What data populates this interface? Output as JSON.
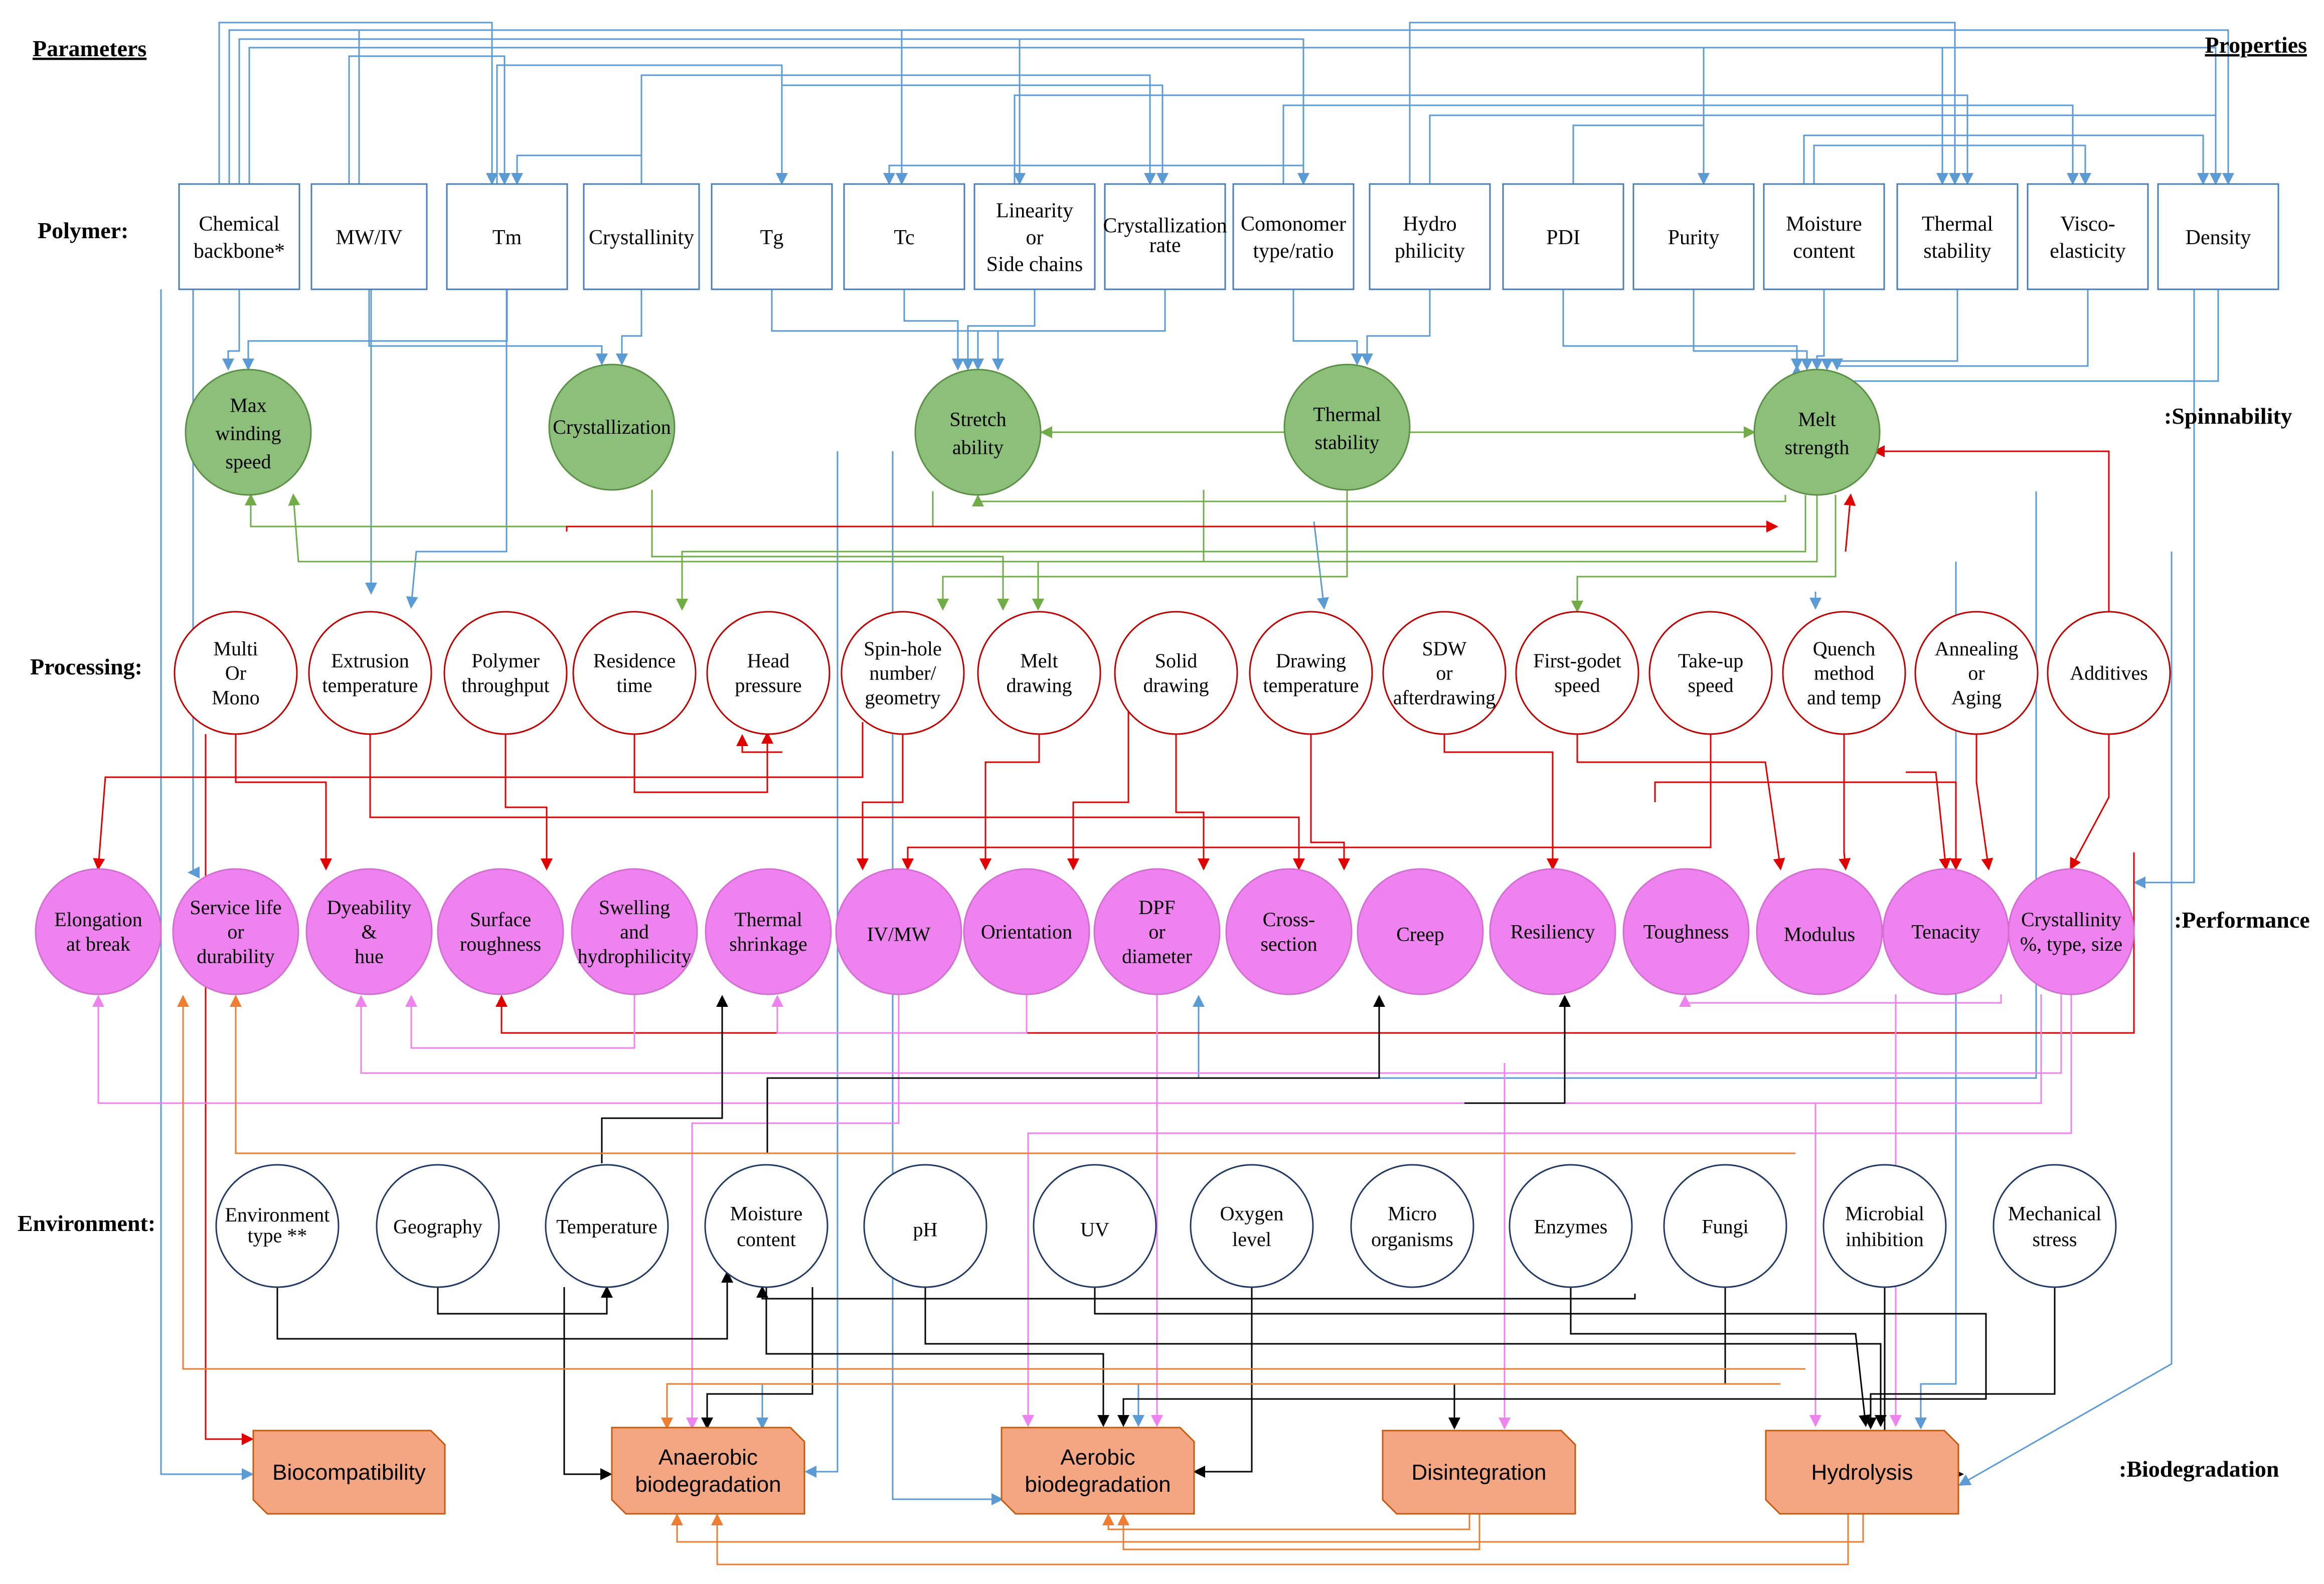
{
  "headers": {
    "parameters": "Parameters",
    "properties": "Properties",
    "polymer": "Polymer:",
    "processing": "Processing:",
    "environment": "Environment:",
    "spinnability": ":Spinnability",
    "performance": ":Performance",
    "biodegradation": ":Biodegradation"
  },
  "polymer": [
    {
      "lines": [
        "Chemical",
        "backbone*"
      ]
    },
    {
      "lines": [
        "MW/IV"
      ]
    },
    {
      "lines": [
        "Tm"
      ]
    },
    {
      "lines": [
        "Crystallinity"
      ]
    },
    {
      "lines": [
        "Tg"
      ]
    },
    {
      "lines": [
        "Tc"
      ]
    },
    {
      "lines": [
        "Linearity",
        "or",
        "Side chains"
      ]
    },
    {
      "lines": [
        "Crystallization",
        "rate"
      ],
      "small": true
    },
    {
      "lines": [
        "Comonomer",
        "type/ratio"
      ]
    },
    {
      "lines": [
        "Hydro",
        "philicity"
      ]
    },
    {
      "lines": [
        "PDI"
      ]
    },
    {
      "lines": [
        "Purity"
      ]
    },
    {
      "lines": [
        "Moisture",
        "content"
      ]
    },
    {
      "lines": [
        "Thermal",
        "stability"
      ]
    },
    {
      "lines": [
        "Visco-",
        "elasticity"
      ]
    },
    {
      "lines": [
        "Density"
      ]
    }
  ],
  "spinnability": [
    {
      "lines": [
        "Max",
        "winding",
        "speed"
      ]
    },
    {
      "lines": [
        "Crystallization"
      ]
    },
    {
      "lines": [
        "Stretch",
        "ability"
      ]
    },
    {
      "lines": [
        "Thermal",
        "stability"
      ]
    },
    {
      "lines": [
        "Melt",
        "strength"
      ]
    }
  ],
  "processing": [
    {
      "lines": [
        "Multi",
        "Or",
        "Mono"
      ]
    },
    {
      "lines": [
        "Extrusion",
        "temperature"
      ]
    },
    {
      "lines": [
        "Polymer",
        "throughput"
      ]
    },
    {
      "lines": [
        "Residence",
        "time"
      ]
    },
    {
      "lines": [
        "Head",
        "pressure"
      ]
    },
    {
      "lines": [
        "Spin-hole",
        "number/",
        "geometry"
      ]
    },
    {
      "lines": [
        "Melt",
        "drawing"
      ]
    },
    {
      "lines": [
        "Solid",
        "drawing"
      ]
    },
    {
      "lines": [
        "Drawing",
        "temperature"
      ]
    },
    {
      "lines": [
        "SDW",
        "or",
        "afterdrawing"
      ]
    },
    {
      "lines": [
        "First-godet",
        "speed"
      ]
    },
    {
      "lines": [
        "Take-up",
        "speed"
      ]
    },
    {
      "lines": [
        "Quench",
        "method",
        "and temp"
      ]
    },
    {
      "lines": [
        "Annealing",
        "or",
        "Aging"
      ]
    },
    {
      "lines": [
        "Additives"
      ]
    }
  ],
  "performance": [
    {
      "lines": [
        "Elongation",
        "at break"
      ]
    },
    {
      "lines": [
        "Service life",
        "or",
        "durability"
      ]
    },
    {
      "lines": [
        "Dyeability",
        "&",
        "hue"
      ]
    },
    {
      "lines": [
        "Surface",
        "roughness"
      ]
    },
    {
      "lines": [
        "Swelling",
        "and",
        "hydrophilicity"
      ]
    },
    {
      "lines": [
        "Thermal",
        "shrinkage"
      ]
    },
    {
      "lines": [
        "IV/MW"
      ],
      "big": true
    },
    {
      "lines": [
        "Orientation"
      ]
    },
    {
      "lines": [
        "DPF",
        "or",
        "diameter"
      ]
    },
    {
      "lines": [
        "Cross-",
        "section"
      ]
    },
    {
      "lines": [
        "Creep"
      ],
      "big": true
    },
    {
      "lines": [
        "Resiliency"
      ]
    },
    {
      "lines": [
        "Toughness"
      ]
    },
    {
      "lines": [
        "Modulus"
      ],
      "big": true
    },
    {
      "lines": [
        "Tenacity"
      ]
    },
    {
      "lines": [
        "Crystallinity",
        "%, type, size"
      ]
    }
  ],
  "environment": [
    {
      "lines": [
        "Environment",
        "type **"
      ],
      "small": true
    },
    {
      "lines": [
        "Geography"
      ]
    },
    {
      "lines": [
        "Temperature"
      ]
    },
    {
      "lines": [
        "Moisture",
        "content"
      ]
    },
    {
      "lines": [
        "pH"
      ],
      "big": true
    },
    {
      "lines": [
        "UV"
      ],
      "big": true
    },
    {
      "lines": [
        "Oxygen",
        "level"
      ]
    },
    {
      "lines": [
        "Micro",
        "organisms"
      ]
    },
    {
      "lines": [
        "Enzymes"
      ]
    },
    {
      "lines": [
        "Fungi"
      ]
    },
    {
      "lines": [
        "Microbial",
        "inhibition"
      ]
    },
    {
      "lines": [
        "Mechanical",
        "stress"
      ]
    }
  ],
  "biodegradation": [
    {
      "lines": [
        "Biocompatibility"
      ]
    },
    {
      "lines": [
        "Anaerobic",
        "biodegradation"
      ]
    },
    {
      "lines": [
        "Aerobic",
        "biodegradation"
      ]
    },
    {
      "lines": [
        "Disintegration"
      ]
    },
    {
      "lines": [
        "Hydrolysis"
      ]
    }
  ],
  "colors": {
    "polymer_link": "#5b9bd5",
    "spin_link": "#70ad47",
    "process_link": "#e00000",
    "perf_link": "#ee82ee",
    "env_link": "#000000",
    "bio_link": "#ed7d31",
    "spin_fill": "#8cc07a",
    "perf_fill": "#ee82ee",
    "bio_fill": "#f4a582",
    "polymer_stroke": "#4a7ebb",
    "process_stroke": "#c00000",
    "env_stroke": "#1f3864"
  }
}
